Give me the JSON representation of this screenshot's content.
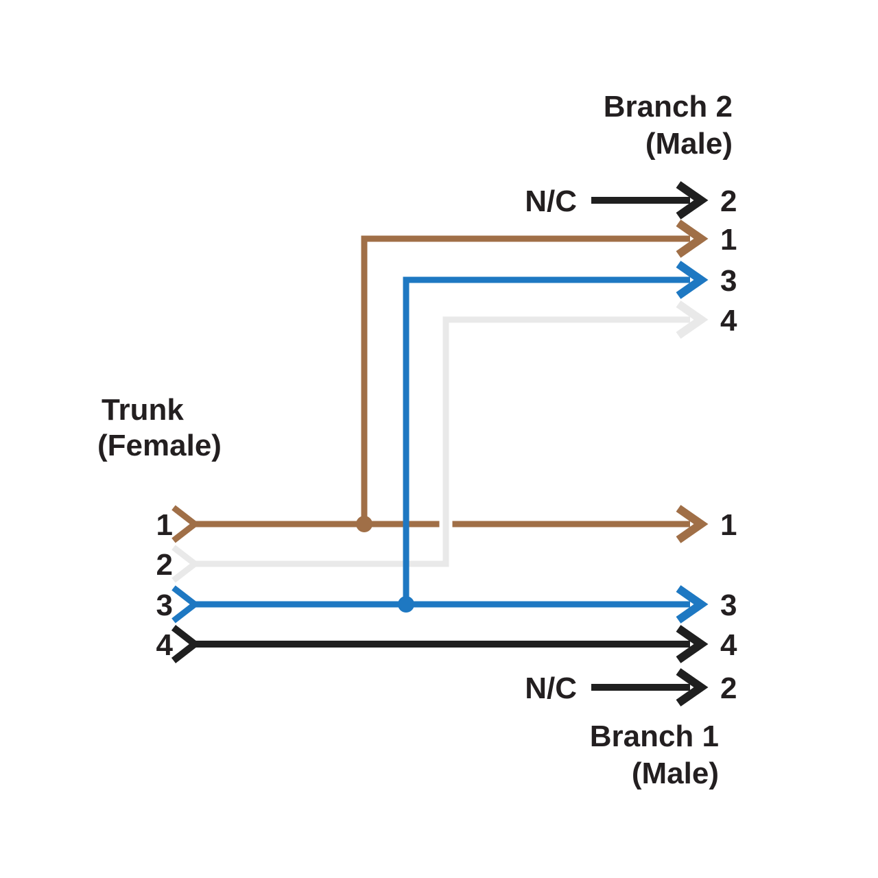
{
  "diagram": {
    "type": "wiring-splitter-pinout",
    "nc_label": "N/C",
    "trunk": {
      "title_line1": "Trunk",
      "title_line2": "(Female)",
      "pins": [
        {
          "pin": "1",
          "wire": "brown"
        },
        {
          "pin": "2",
          "wire": "white"
        },
        {
          "pin": "3",
          "wire": "blue"
        },
        {
          "pin": "4",
          "wire": "black"
        }
      ]
    },
    "branch2": {
      "title_line1": "Branch 2",
      "title_line2": "(Male)",
      "pins": [
        {
          "pin": "2",
          "wire": "none",
          "source": "N/C"
        },
        {
          "pin": "1",
          "wire": "brown",
          "source": "Trunk pin 1"
        },
        {
          "pin": "3",
          "wire": "blue",
          "source": "Trunk pin 3"
        },
        {
          "pin": "4",
          "wire": "white",
          "source": "Trunk pin 2"
        }
      ]
    },
    "branch1": {
      "title_line1": "Branch 1",
      "title_line2": "(Male)",
      "pins": [
        {
          "pin": "1",
          "wire": "brown",
          "source": "Trunk pin 1"
        },
        {
          "pin": "3",
          "wire": "blue",
          "source": "Trunk pin 3"
        },
        {
          "pin": "4",
          "wire": "black",
          "source": "Trunk pin 4"
        },
        {
          "pin": "2",
          "wire": "none",
          "source": "N/C"
        }
      ]
    },
    "connections": [
      {
        "wire": "brown",
        "from": "Trunk pin 1",
        "to": [
          "Branch 1 pin 1",
          "Branch 2 pin 1"
        ]
      },
      {
        "wire": "white",
        "from": "Trunk pin 2",
        "to": [
          "Branch 2 pin 4"
        ]
      },
      {
        "wire": "blue",
        "from": "Trunk pin 3",
        "to": [
          "Branch 1 pin 3",
          "Branch 2 pin 3"
        ]
      },
      {
        "wire": "black",
        "from": "Trunk pin 4",
        "to": [
          "Branch 1 pin 4"
        ]
      },
      {
        "wire": "black",
        "from": "N/C",
        "to": [
          "Branch 2 pin 2"
        ]
      },
      {
        "wire": "black",
        "from": "N/C",
        "to": [
          "Branch 1 pin 2"
        ]
      }
    ],
    "colors": {
      "brown": "#A06F47",
      "blue": "#1E78C2",
      "white": "#E9E9E9",
      "black": "#1F1F1F",
      "text": "#231F20",
      "background": "#FFFFFF"
    }
  }
}
